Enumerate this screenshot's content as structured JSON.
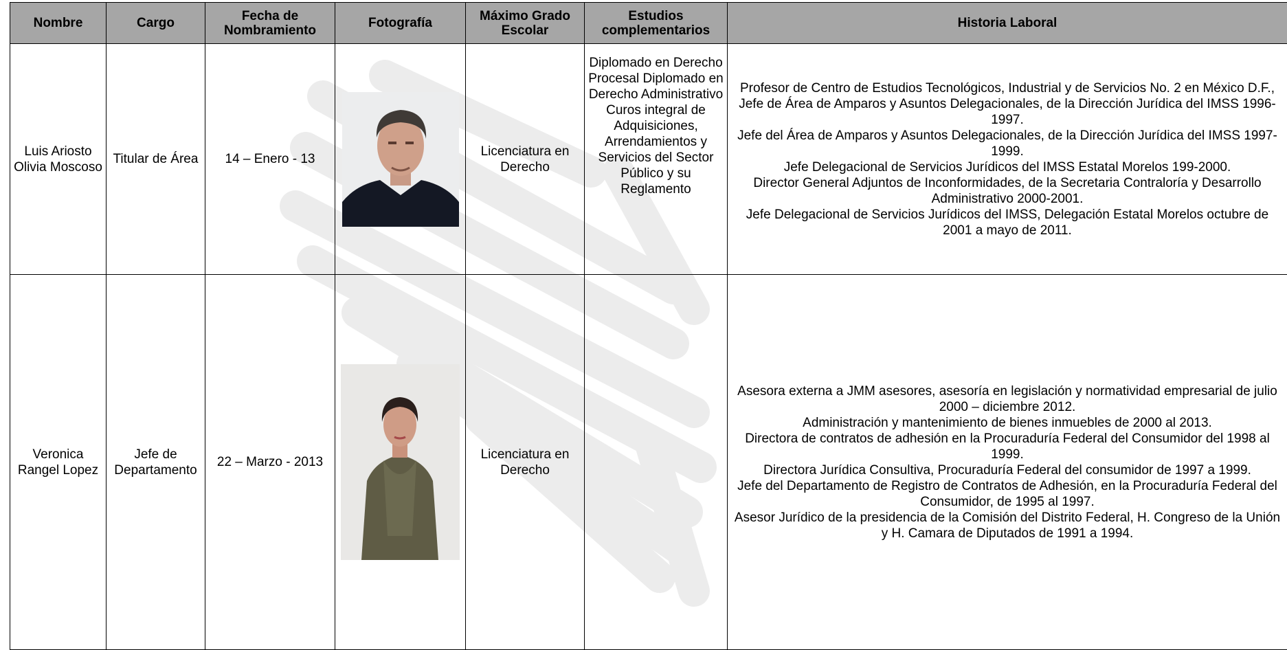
{
  "table": {
    "headers": [
      "Nombre",
      "Cargo",
      "Fecha de Nombramiento",
      "Fotografía",
      "Máximo Grado Escolar",
      "Estudios complementarios",
      "Historia Laboral"
    ],
    "rows": [
      {
        "nombre": "Luis Ariosto Olivia Moscoso",
        "cargo": "Titular de Área",
        "fecha": "14 – Enero - 13",
        "grado": "Licenciatura en Derecho",
        "estudios": "Diplomado en Derecho Procesal Diplomado en Derecho Administrativo Curos integral de Adquisiciones, Arrendamientos y Servicios del Sector Público y su Reglamento",
        "historia": [
          "Profesor de Centro de Estudios Tecnológicos, Industrial y de Servicios No. 2 en México D.F.,",
          "Jefe de Área de Amparos y Asuntos Delegacionales, de la Dirección Jurídica del IMSS 1996-1997.",
          "Jefe del Área de Amparos y Asuntos Delegacionales, de la Dirección  Jurídica del IMSS 1997-1999.",
          "Jefe Delegacional de Servicios Jurídicos del IMSS Estatal Morelos 199-2000.",
          "Director General Adjuntos de Inconformidades, de la Secretaria Contraloría y Desarrollo Administrativo 2000-2001.",
          "Jefe Delegacional de Servicios Jurídicos del IMSS, Delegación Estatal Morelos octubre de 2001 a mayo de 2011."
        ]
      },
      {
        "nombre": "Veronica Rangel Lopez",
        "cargo": "Jefe de Departamento",
        "fecha": "22 – Marzo - 2013",
        "grado": "Licenciatura en Derecho",
        "estudios": "",
        "historia": [
          "Asesora externa a JMM asesores, asesoría en legislación y normatividad empresarial de julio 2000 – diciembre 2012.",
          "Administración y mantenimiento de bienes inmuebles de 2000 al 2013.",
          "Directora de contratos de adhesión en la Procuraduría Federal del Consumidor del 1998 al 1999.",
          "Directora Jurídica Consultiva, Procuraduría Federal del consumidor de 1997 a 1999.",
          "Jefe del Departamento de Registro de Contratos de Adhesión, en la Procuraduría Federal del Consumidor, de  1995 al 1997.",
          "Asesor Jurídico de la presidencia de la Comisión del Distrito Federal, H. Congreso de la Unión y H. Camara de Diputados de 1991 a 1994."
        ]
      }
    ]
  },
  "colors": {
    "header_bg": "#a6a6a6",
    "watermark": "#e9e9e9",
    "border": "#000000"
  }
}
